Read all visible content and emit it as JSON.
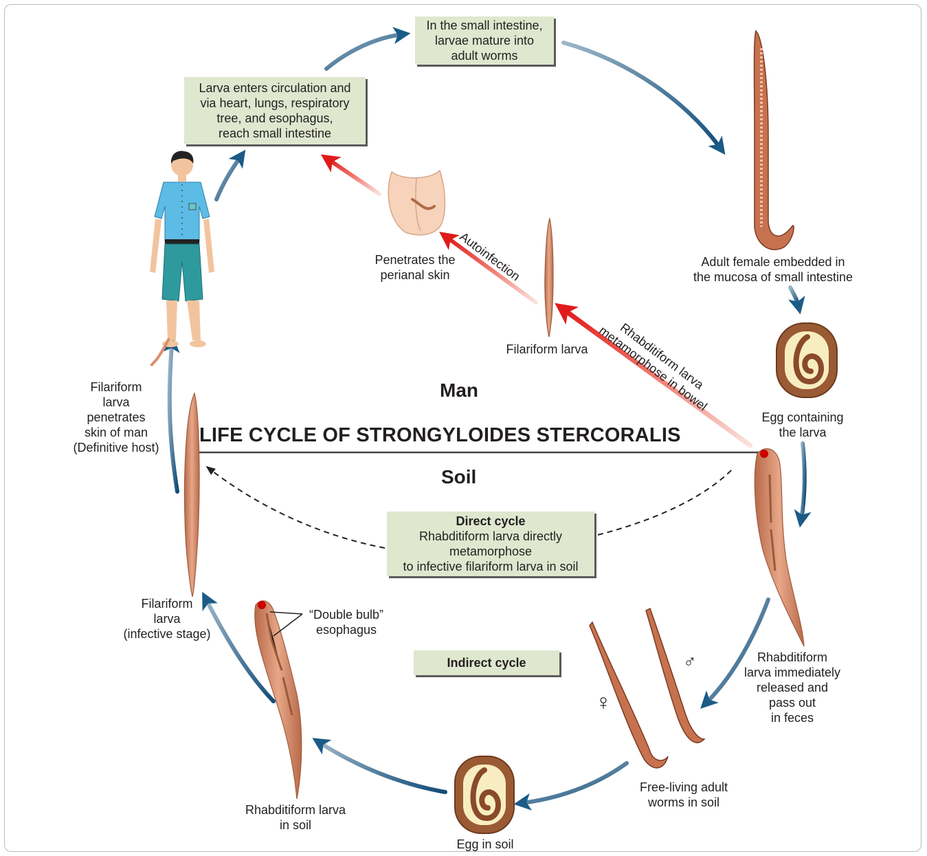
{
  "title": "LIFE CYCLE OF STRONGYLOIDES STERCORALIS",
  "zones": {
    "man": "Man",
    "soil": "Soil"
  },
  "boxes": {
    "small_intestine": [
      "In the small intestine,",
      "larvae mature into",
      "adult worms"
    ],
    "circulation": [
      "Larva enters circulation and",
      "via heart, lungs, respiratory",
      "tree, and esophagus,",
      "reach small intestine"
    ],
    "direct_cycle": {
      "heading": "Direct cycle",
      "lines": [
        "Rhabditiform larva directly",
        "metamorphose",
        "to infective filariform larva in soil"
      ]
    },
    "indirect_cycle": "Indirect cycle"
  },
  "labels": {
    "adult_female": [
      "Adult female embedded in",
      "the mucosa of  small intestine"
    ],
    "egg_larva": [
      "Egg containing",
      "the larva"
    ],
    "rhab_feces": [
      "Rhabditiform",
      "larva immediately",
      "released and",
      "pass out",
      "in feces"
    ],
    "free_living": [
      "Free-living adult",
      "worms in soil"
    ],
    "egg_soil": "Egg in soil",
    "rhab_soil": [
      "Rhabditiform larva",
      "in soil"
    ],
    "double_bulb": [
      "“Double bulb”",
      "esophagus"
    ],
    "filariform_infective": [
      "Filariform",
      "larva",
      "(infective stage)"
    ],
    "filariform_penetrates": [
      "Filariform",
      "larva",
      "penetrates",
      "skin of man",
      "(Definitive host)"
    ],
    "filariform_larva": "Filariform larva",
    "perianal": [
      "Penetrates the",
      "perianal skin"
    ],
    "autoinfection": "Autoinfection",
    "rhab_bowel": [
      "Rhabditiform larva",
      "metamorphose in bowel"
    ],
    "male_symbol": "♂",
    "female_symbol": "♀"
  },
  "colors": {
    "box_fill": "#dfe7cf",
    "cycle_arrow": "#1b5b86",
    "autoinfection_arrow": "#e12a26",
    "worm": "#d98f6e",
    "worm_dark": "#7a3a22"
  }
}
